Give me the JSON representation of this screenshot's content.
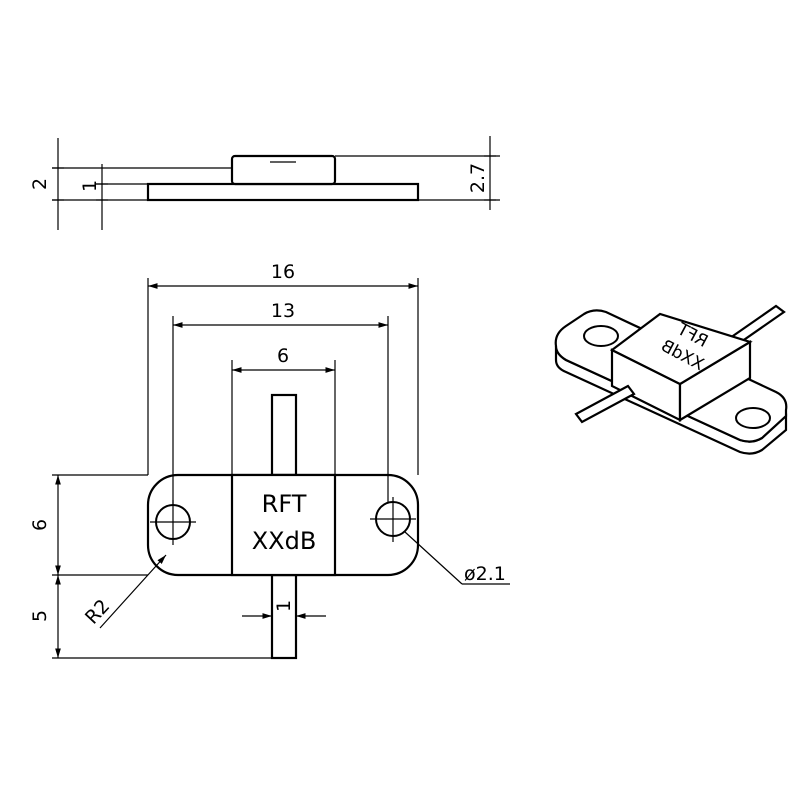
{
  "side_view": {
    "dim_total_height": "2.7",
    "dim_flange_height": "2",
    "dim_flange_thickness": "1"
  },
  "top_view": {
    "dim_overall_width": "16",
    "dim_hole_spacing": "13",
    "dim_body_width": "6",
    "dim_flange_depth": "6",
    "dim_lead_length": "5",
    "dim_lead_width": "1",
    "dim_radius": "R2",
    "dim_hole_diameter": "ø2.1",
    "marking_line1": "RFT",
    "marking_line2": "XXdB"
  },
  "iso_view": {
    "marking_line1": "RFT",
    "marking_line2": "XXdB"
  }
}
